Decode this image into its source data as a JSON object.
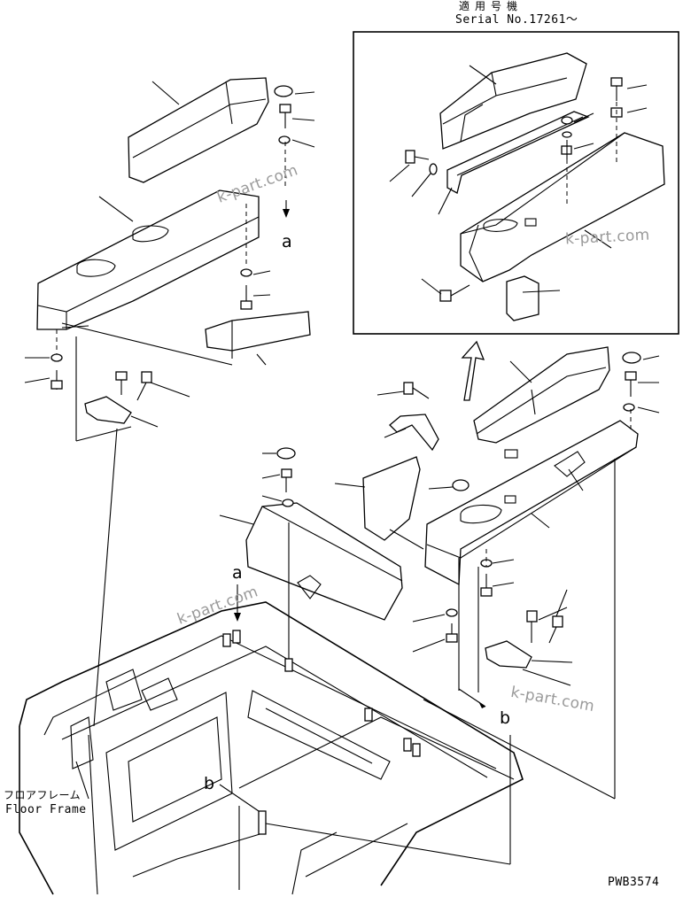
{
  "header": {
    "applicable_jp": "適用号機",
    "serial": "Serial No.17261～"
  },
  "callouts": {
    "a_top": "a",
    "a_mid": "a",
    "b_right": "b",
    "b_bottom": "b"
  },
  "floor_frame": {
    "label_jp": "フロアフレーム",
    "label_en": "Floor Frame"
  },
  "watermarks": [
    "k-part.com",
    "k-part.com",
    "k-part.com",
    "k-part.com"
  ],
  "drawing_code": "PWB3574"
}
